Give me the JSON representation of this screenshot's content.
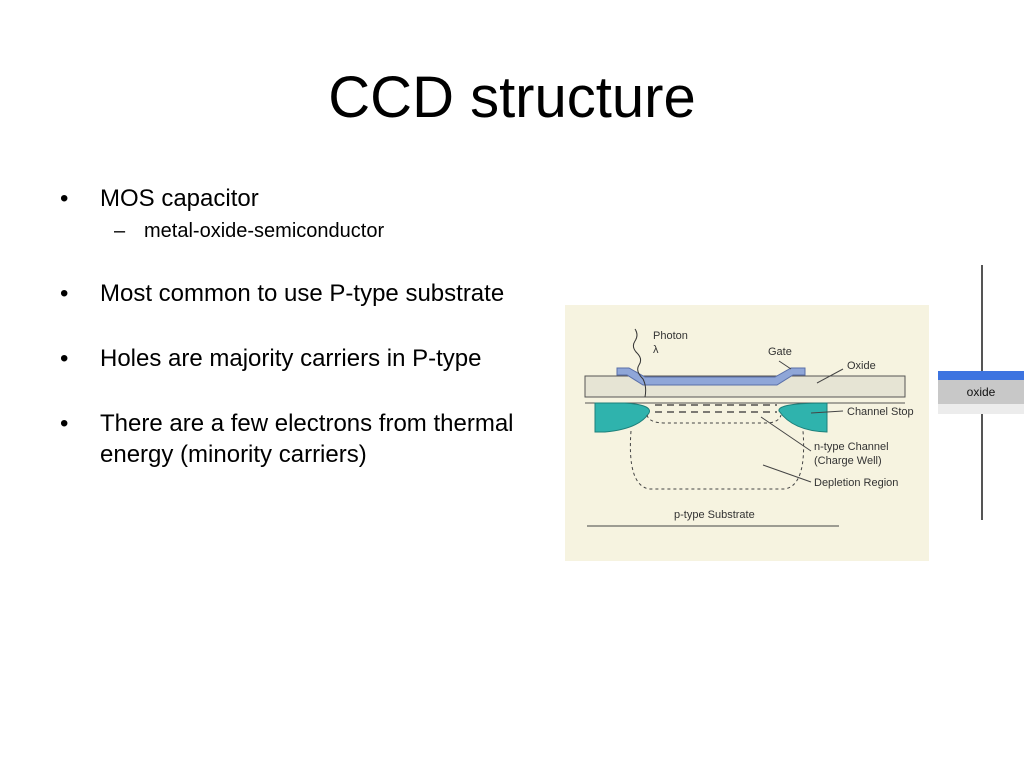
{
  "slide": {
    "title": "CCD structure",
    "bullets": [
      {
        "text": "MOS capacitor",
        "sub": [
          "metal-oxide-semiconductor"
        ]
      },
      {
        "text": "Most common to use P-type substrate"
      },
      {
        "text": "Holes are majority carriers in P-type"
      },
      {
        "text": "There are a few electrons from thermal energy (minority carriers)"
      }
    ],
    "bullet_glyph": "•",
    "sub_glyph": "–"
  },
  "figure": {
    "labels": {
      "photon": "Photon",
      "lambda": "λ",
      "gate": "Gate",
      "oxide": "Oxide",
      "channel_stop": "Channel Stop",
      "n_channel_1": "n-type Channel",
      "n_channel_2": "(Charge Well)",
      "depletion": "Depletion Region",
      "substrate": "p-type Substrate"
    },
    "colors": {
      "background": "#f6f3e0",
      "gate": "#8fa6d8",
      "channel_stop": "#2fb3ad",
      "oxide": "#e4e2d2"
    }
  },
  "side_panel": {
    "oxide_label": "oxide",
    "colors": {
      "metal": "#3d74e0",
      "oxide": "#c8c8c8"
    }
  }
}
